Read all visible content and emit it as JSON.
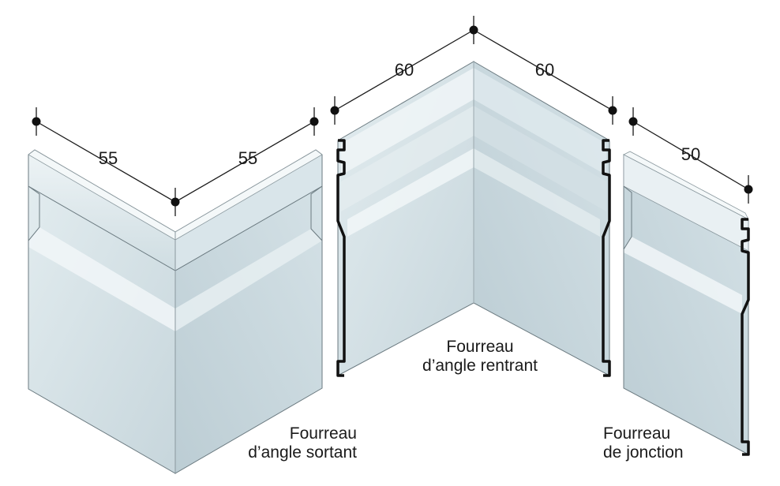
{
  "dimensions": {
    "outer_left": "55",
    "outer_right": "55",
    "inner_left": "60",
    "inner_right": "60",
    "joint": "50"
  },
  "captions": {
    "inner": {
      "line1": "Fourreau",
      "line2": "d’angle rentrant"
    },
    "outer": {
      "line1": "Fourreau",
      "line2": "d’angle sortant"
    },
    "joint": {
      "line1": "Fourreau",
      "line2": "de jonction"
    }
  },
  "colors": {
    "panel_light": "#dbe6ea",
    "panel_mid": "#c9d8de",
    "panel_dark": "#b7c8cf",
    "outline": "#2a2f33",
    "dimension_line": "#1a1a1a"
  }
}
